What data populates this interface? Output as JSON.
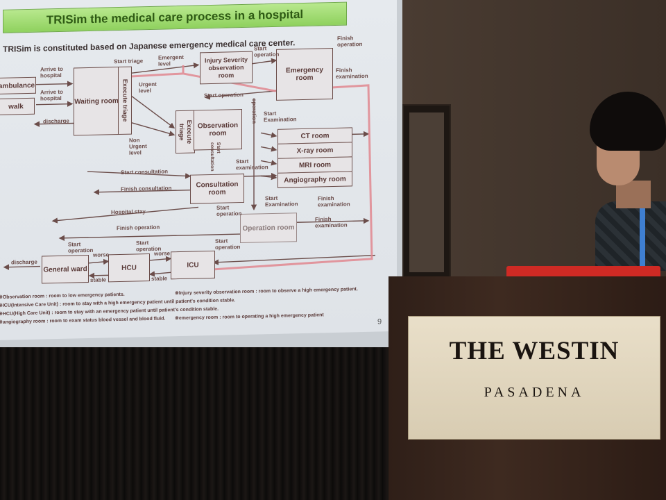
{
  "slide": {
    "title": "TRISim the medical care process in a hospital",
    "subtitle": "TRISim is constituted based on Japanese emergency medical care center.",
    "page_number": "9",
    "boxes": {
      "ambulance": "ambulance",
      "walk": "walk",
      "waiting_room": "Waiting room",
      "execute_triage_1": "Execute triage",
      "injury_severity": "Injury Severity observation room",
      "emergency_room": "Emergency room",
      "execute_triage_2": "Execute triage",
      "observation_room": "Observation room",
      "ct_room": "CT room",
      "xray_room": "X-ray room",
      "mri_room": "MRI room",
      "angiography_room": "Angiography room",
      "consultation_room": "Consultation room",
      "operation_room": "Operation room",
      "general_ward": "General ward",
      "hcu": "HCU",
      "icu": "ICU"
    },
    "labels": {
      "arrive_1": "Arrive to hospital",
      "arrive_2": "Arrive to hospital",
      "discharge_1": "discharge",
      "start_triage": "Start triage",
      "emergent_level": "Emergent level",
      "start_operation_1": "Start operation",
      "finish_operation_1": "Finish operation",
      "urgent_level": "Urgent level",
      "non_urgent_level": "Non Urgent level",
      "start_operation_2": "Start operation",
      "finish_examination_1": "Finish examination",
      "operation_v": "operation",
      "start_examination_1": "Start Examination",
      "start_consultation_1": "Start consultation",
      "start_consultation_v": "Start consultation",
      "start_examination_2": "Start examination",
      "finish_consultation": "Finish consultation",
      "hospital_stay": "Hospital stay",
      "start_operation_3": "Start operation",
      "start_examination_3": "Start Examination",
      "finish_examination_2": "Finish examination",
      "finish_examination_3": "Finish examination",
      "finish_operation_2": "Finish operation",
      "start_operation_4": "Start operation",
      "worse_1": "worse",
      "start_operation_5": "Start operation",
      "worse_2": "worse",
      "start_operation_6": "Start operation",
      "discharge_2": "discharge",
      "stable_1": "stable",
      "stable_2": "stable"
    },
    "notes": [
      "※Observation room : room to low emergency patients.",
      "※ICU(Intensive Care Unit) : room to stay with a high emergency patient until patient's condition stable.",
      "※HCU(High Care Unit) : room to stay with an emergency patient until patient's condition stable.",
      "※angiography room : room to exam status blood vessel and blood fluid.",
      "※Injury severity observation room : room to observe a high emergency patient.",
      "※emergency room : room to operating a high emergency patient"
    ]
  },
  "podium": {
    "brand": "THE WESTIN",
    "location": "PASADENA"
  },
  "colors": {
    "title_bar": "#8fd15e",
    "highlight_path": "#e0878f",
    "laptop": "#cf2a24"
  }
}
